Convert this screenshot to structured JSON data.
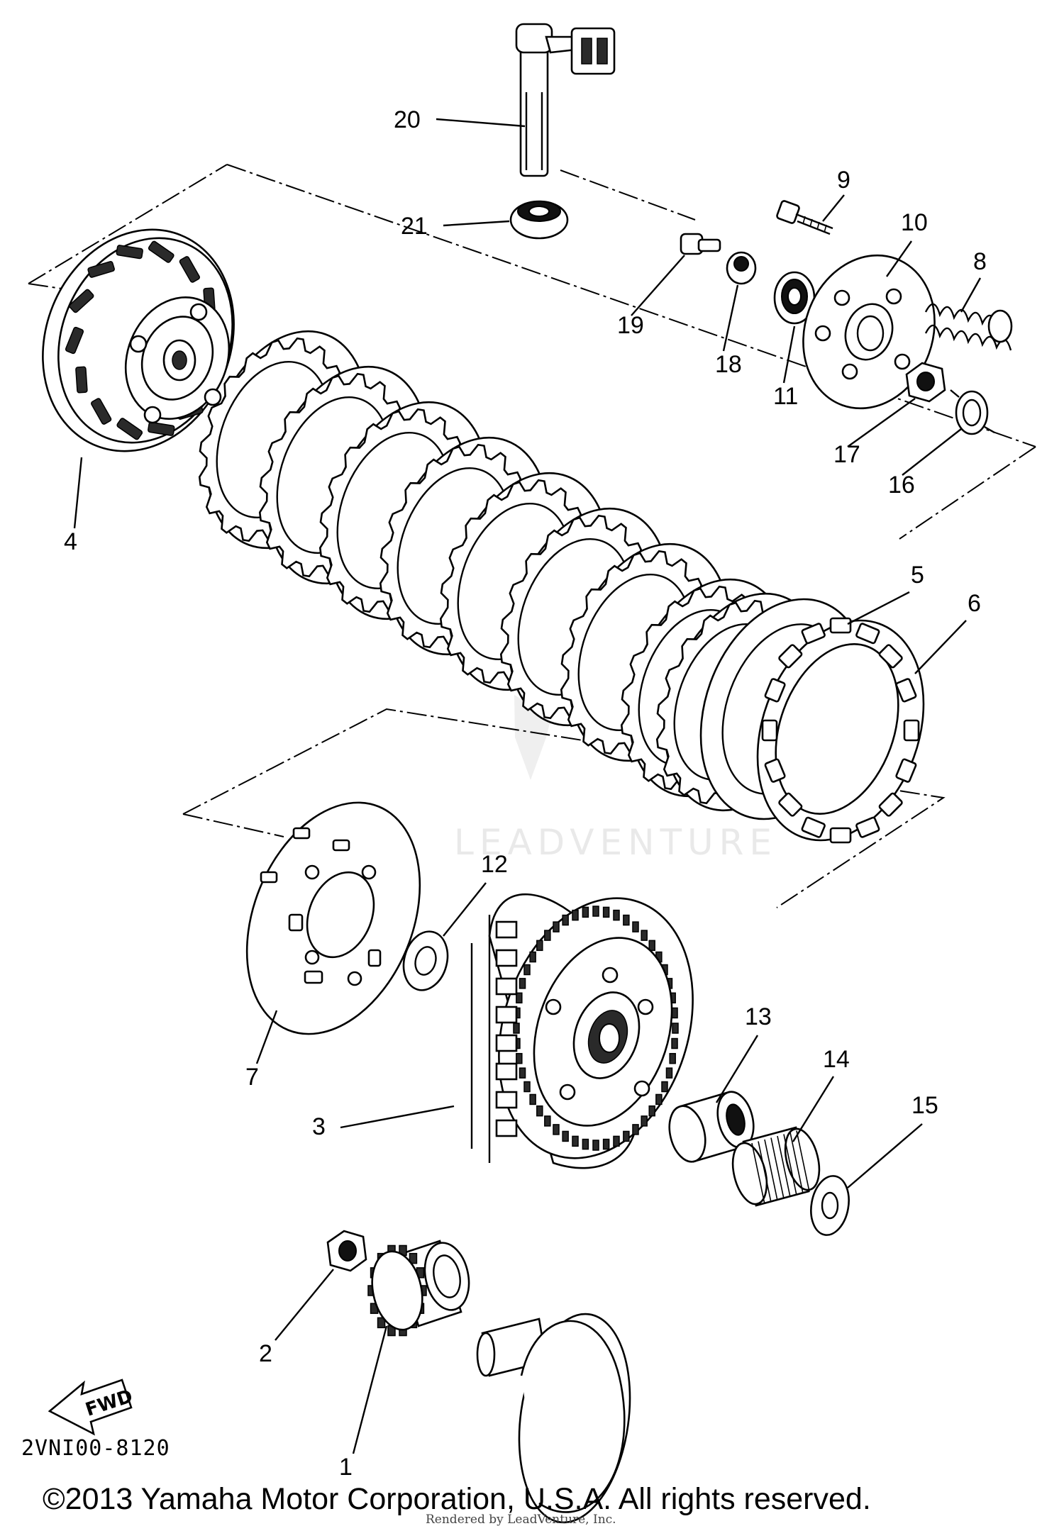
{
  "diagram": {
    "callouts": [
      {
        "id": "p1",
        "label": "1"
      },
      {
        "id": "p2",
        "label": "2"
      },
      {
        "id": "p3",
        "label": "3"
      },
      {
        "id": "p4",
        "label": "4"
      },
      {
        "id": "p5",
        "label": "5"
      },
      {
        "id": "p6",
        "label": "6"
      },
      {
        "id": "p7",
        "label": "7"
      },
      {
        "id": "p8",
        "label": "8"
      },
      {
        "id": "p9",
        "label": "9"
      },
      {
        "id": "p10",
        "label": "10"
      },
      {
        "id": "p11",
        "label": "11"
      },
      {
        "id": "p12",
        "label": "12"
      },
      {
        "id": "p13",
        "label": "13"
      },
      {
        "id": "p14",
        "label": "14"
      },
      {
        "id": "p15",
        "label": "15"
      },
      {
        "id": "p16",
        "label": "16"
      },
      {
        "id": "p17",
        "label": "17"
      },
      {
        "id": "p18",
        "label": "18"
      },
      {
        "id": "p19",
        "label": "19"
      },
      {
        "id": "p20",
        "label": "20"
      },
      {
        "id": "p21",
        "label": "21"
      }
    ],
    "fwd_label": "FWD",
    "diagram_code": "2VNI00-8120",
    "copyright": "©2013 Yamaha Motor Corporation, U.S.A. All rights reserved.",
    "rendered_by": "Rendered by LeadVenture, Inc.",
    "watermark": "LEADVENTURE"
  }
}
